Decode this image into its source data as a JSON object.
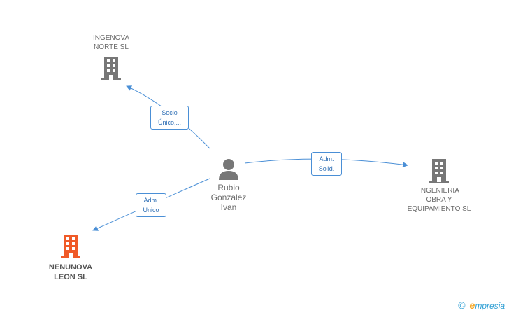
{
  "nodes": {
    "ingenova_norte": {
      "label": "INGENOVA\nNORTE SL"
    },
    "ingenieria_obra": {
      "label": "INGENIERIA\nOBRA Y\nEQUIPAMIENTO SL"
    },
    "nenunova_leon": {
      "label": "NENUNOVA\nLEON SL"
    },
    "person": {
      "label": "Rubio\nGonzalez\nIvan"
    }
  },
  "edges": {
    "socio": "Socio\nÚnico,...",
    "adm_solid": "Adm.\nSolid.",
    "adm_unico": "Adm.\nUnico"
  },
  "colors": {
    "building": "#777777",
    "building_focus": "#f05a28",
    "edge": "#4a8fd6",
    "person": "#777777"
  },
  "footer": {
    "copyright": "©",
    "brand_initial": "e",
    "brand_rest": "mpresia"
  }
}
